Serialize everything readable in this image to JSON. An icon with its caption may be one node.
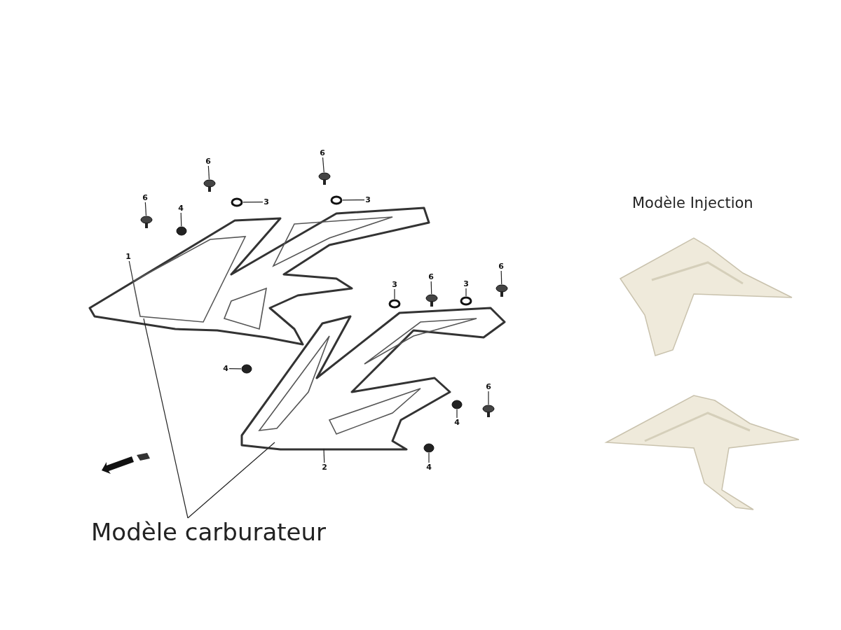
{
  "diagram": {
    "nodes": [
      {
        "text": [
          "6"
        ]
      },
      {
        "text": [
          "6"
        ]
      },
      {
        "text": [
          "6"
        ]
      },
      {
        "text": [
          "3"
        ]
      },
      {
        "text": [
          "3"
        ]
      },
      {
        "text": [
          "4"
        ]
      },
      {
        "text": [
          "1"
        ]
      },
      {
        "text": [],
        "shape": "picture"
      },
      {
        "text": [
          "6"
        ]
      },
      {
        "text": [
          "6"
        ]
      },
      {
        "text": [
          "3"
        ]
      },
      {
        "text": [
          "3"
        ]
      },
      {
        "text": [
          "4"
        ]
      },
      {
        "text": [
          "6"
        ]
      },
      {
        "text": [
          "4"
        ]
      },
      {
        "text": [],
        "shape": "picture"
      },
      {
        "text": [
          "2"
        ]
      },
      {
        "text": [
          "4"
        ]
      },
      {
        "text": [
          "Modèle carburateur"
        ]
      },
      {
        "text": [],
        "shape": "circle"
      },
      {
        "text": [],
        "shape": "circle"
      },
      {
        "text": [],
        "shape": "circle"
      },
      {
        "text": [],
        "shape": "circle"
      },
      {
        "text": [],
        "shape": "circle"
      },
      {
        "text": [],
        "shape": "circle"
      },
      {
        "text": [],
        "shape": "circle"
      },
      {
        "text": [],
        "shape": "circle"
      },
      {
        "text": [],
        "shape": "circle"
      },
      {
        "text": [],
        "shape": "circle"
      },
      {
        "text": [],
        "shape": "circle"
      },
      {
        "text": [],
        "shape": "circle"
      },
      {
        "text": [],
        "shape": "circle"
      },
      {
        "text": [],
        "shape": "circle"
      }
    ],
    "edges": [
      {
        "from": 0,
        "to": 19,
        "arrow": "none"
      },
      {
        "from": 1,
        "to": 20,
        "arrow": "none"
      },
      {
        "from": 2,
        "to": 21,
        "arrow": "none"
      },
      {
        "from": 3,
        "to": 22,
        "arrow": "none"
      },
      {
        "from": 4,
        "to": 23,
        "arrow": "none"
      },
      {
        "from": 5,
        "to": 24,
        "arrow": "none"
      },
      {
        "from": 6,
        "to": 7,
        "arrow": "none"
      },
      {
        "from": 8,
        "to": 25,
        "arrow": "none"
      },
      {
        "from": 9,
        "to": 26,
        "arrow": "none"
      },
      {
        "from": 10,
        "to": 27,
        "arrow": "none"
      },
      {
        "from": 11,
        "to": 28,
        "arrow": "none"
      },
      {
        "from": 12,
        "to": 29,
        "arrow": "none"
      },
      {
        "from": 13,
        "to": 30,
        "arrow": "none"
      },
      {
        "from": 14,
        "to": 31,
        "arrow": "none"
      },
      {
        "from": 16,
        "to": 15,
        "arrow": "none"
      },
      {
        "from": 17,
        "to": 32,
        "arrow": "none"
      },
      {
        "from": 18,
        "to": 7,
        "arrow": "none"
      },
      {
        "from": 18,
        "to": 15,
        "arrow": "none"
      }
    ],
    "labels": [
      "Modèle Injection"
    ]
  }
}
